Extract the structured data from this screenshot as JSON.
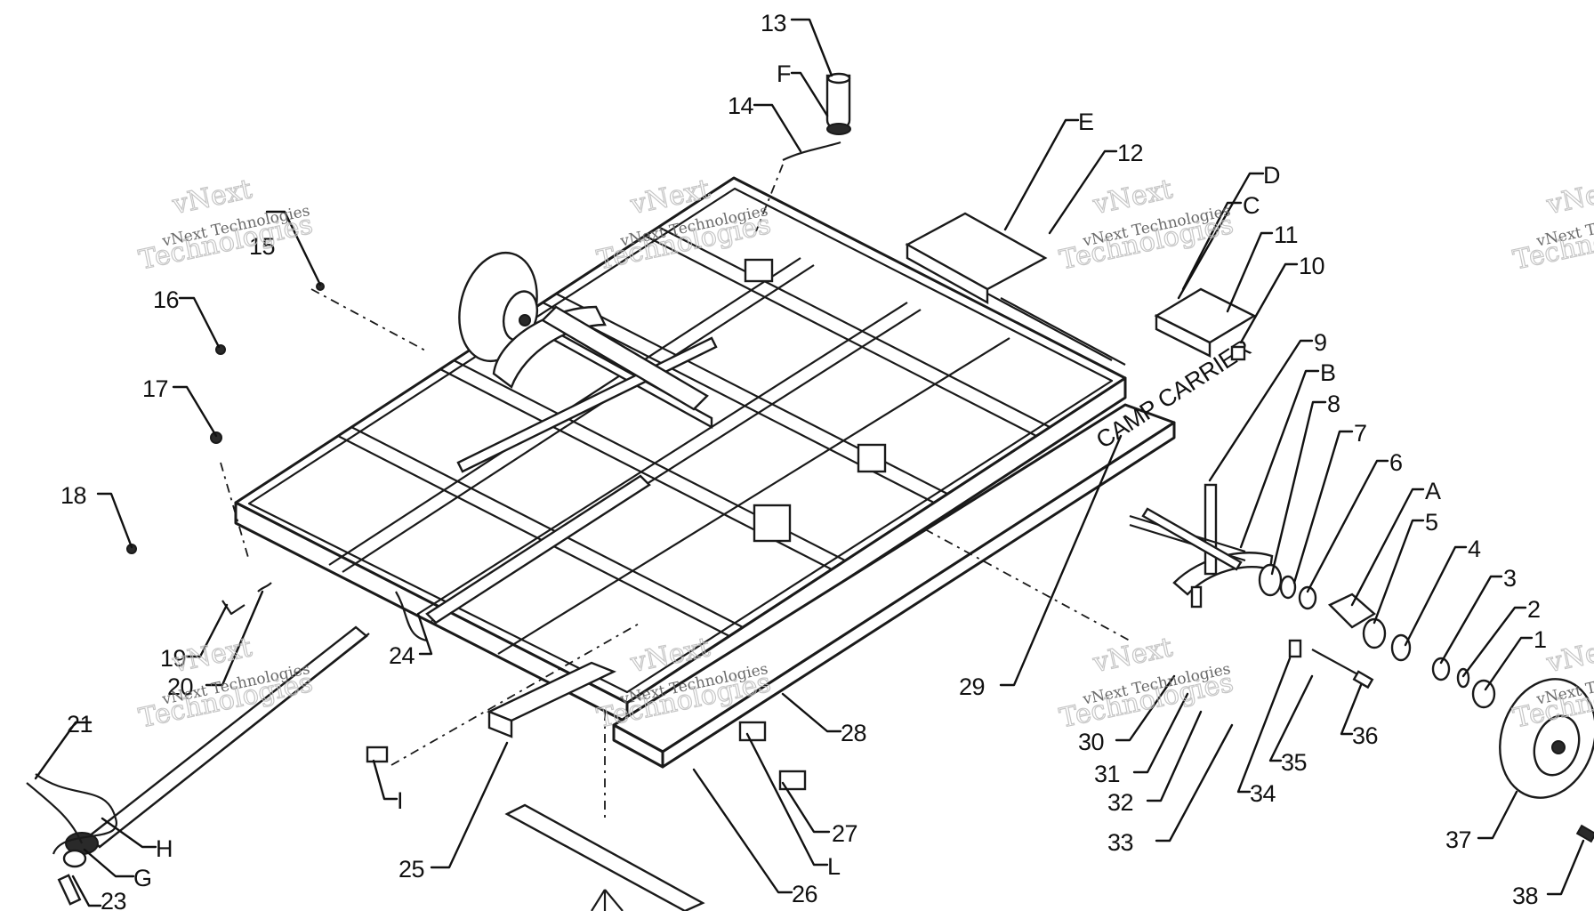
{
  "watermark": {
    "brand_line": "vNext Technologies",
    "word_top": "vNext",
    "word_bottom": "Technologies"
  },
  "callouts": {
    "1": "1",
    "2": "2",
    "3": "3",
    "4": "4",
    "5": "5",
    "6": "6",
    "7": "7",
    "8": "8",
    "9": "9",
    "10": "10",
    "11": "11",
    "12": "12",
    "13": "13",
    "14": "14",
    "15": "15",
    "16": "16",
    "17": "17",
    "18": "18",
    "19": "19",
    "20": "20",
    "21": "21",
    "23": "23",
    "24": "24",
    "25": "25",
    "26": "26",
    "27": "27",
    "28": "28",
    "29": "29",
    "30": "30",
    "31": "31",
    "32": "32",
    "33": "33",
    "34": "34",
    "35": "35",
    "36": "36",
    "37": "37",
    "38": "38",
    "A": "A",
    "B": "B",
    "C": "C",
    "D": "D",
    "E": "E",
    "F": "F",
    "G": "G",
    "H": "H",
    "I": "I",
    "L": "L"
  },
  "frame_stencil_text": "CAMP CARRIER"
}
